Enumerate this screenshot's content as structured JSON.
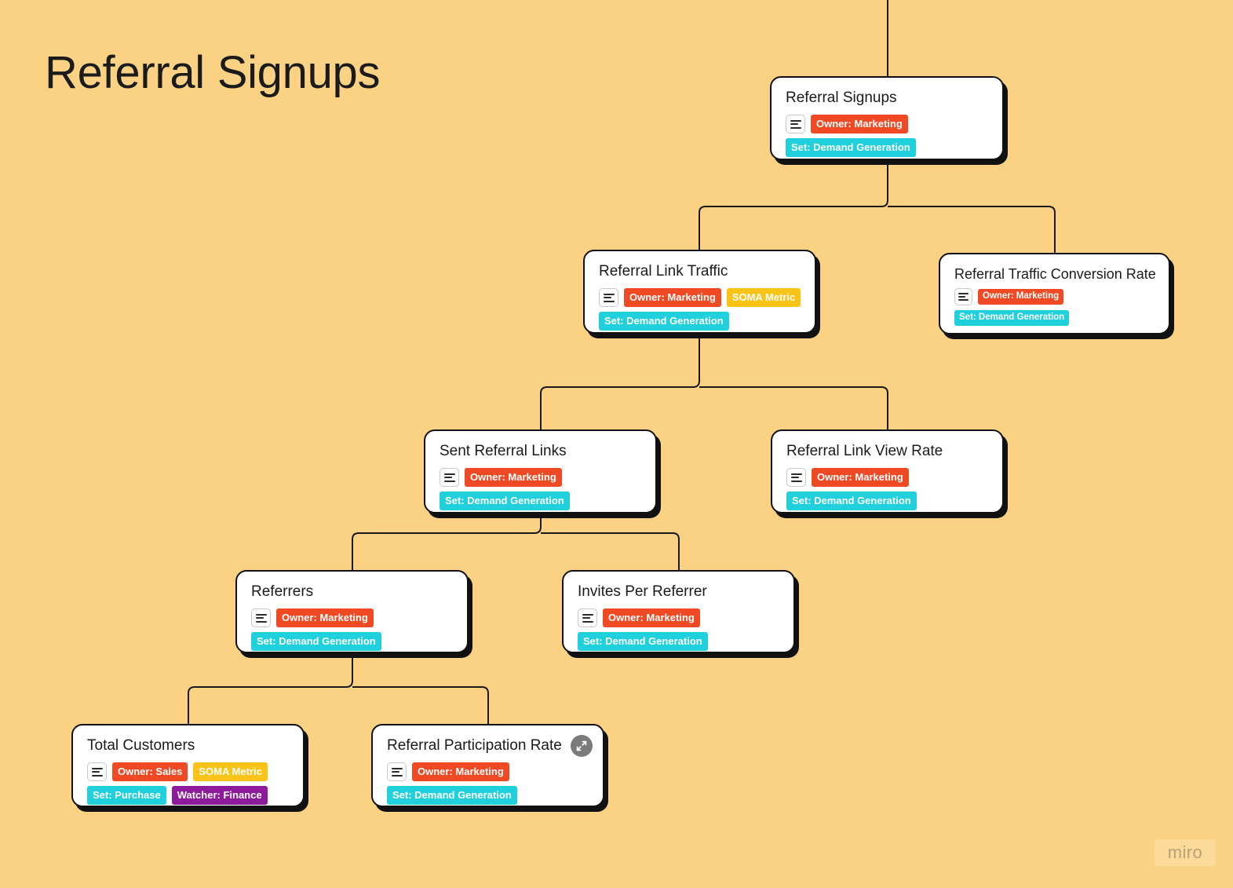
{
  "board": {
    "title": "Referral Signups",
    "background_color": "#fbd284",
    "watermark": "miro"
  },
  "colors": {
    "owner_tag": "#f04a25",
    "metric_tag": "#f9c417",
    "set_tag": "#20d0dc",
    "watcher_tag": "#8e1b9b",
    "card_border": "#111111",
    "card_background": "#ffffff",
    "connector": "#1a1a1a",
    "expand_button": "#7b7b7b"
  },
  "icons": {
    "notes": "notes-icon",
    "expand": "expand-icon"
  },
  "cards": [
    {
      "id": "referral-signups",
      "title": "Referral Signups",
      "tags_row1": [
        {
          "label": "Owner: Marketing",
          "color": "red"
        }
      ],
      "tags_row2": [
        {
          "label": "Set: Demand Generation",
          "color": "cyan"
        }
      ]
    },
    {
      "id": "referral-link-traffic",
      "title": "Referral Link Traffic",
      "tags_row1": [
        {
          "label": "Owner: Marketing",
          "color": "red"
        },
        {
          "label": "SOMA Metric",
          "color": "yellow"
        }
      ],
      "tags_row2": [
        {
          "label": "Set: Demand Generation",
          "color": "cyan"
        }
      ]
    },
    {
      "id": "referral-traffic-conversion-rate",
      "title": "Referral Traffic Conversion Rate",
      "tags_row1": [
        {
          "label": "Owner: Marketing",
          "color": "red"
        }
      ],
      "tags_row2": [
        {
          "label": "Set: Demand Generation",
          "color": "cyan"
        }
      ]
    },
    {
      "id": "sent-referral-links",
      "title": "Sent Referral Links",
      "tags_row1": [
        {
          "label": "Owner: Marketing",
          "color": "red"
        }
      ],
      "tags_row2": [
        {
          "label": "Set: Demand Generation",
          "color": "cyan"
        }
      ]
    },
    {
      "id": "referral-link-view-rate",
      "title": "Referral Link View Rate",
      "tags_row1": [
        {
          "label": "Owner: Marketing",
          "color": "red"
        }
      ],
      "tags_row2": [
        {
          "label": "Set: Demand Generation",
          "color": "cyan"
        }
      ]
    },
    {
      "id": "referrers",
      "title": "Referrers",
      "tags_row1": [
        {
          "label": "Owner: Marketing",
          "color": "red"
        }
      ],
      "tags_row2": [
        {
          "label": "Set: Demand Generation",
          "color": "cyan"
        }
      ]
    },
    {
      "id": "invites-per-referrer",
      "title": "Invites Per Referrer",
      "tags_row1": [
        {
          "label": "Owner: Marketing",
          "color": "red"
        }
      ],
      "tags_row2": [
        {
          "label": "Set: Demand Generation",
          "color": "cyan"
        }
      ]
    },
    {
      "id": "total-customers",
      "title": "Total Customers",
      "tags_row1": [
        {
          "label": "Owner: Sales",
          "color": "red"
        },
        {
          "label": "SOMA Metric",
          "color": "yellow"
        }
      ],
      "tags_row2": [
        {
          "label": "Set: Purchase",
          "color": "cyan"
        },
        {
          "label": "Watcher: Finance",
          "color": "purple"
        }
      ]
    },
    {
      "id": "referral-participation-rate",
      "title": "Referral Participation Rate",
      "tags_row1": [
        {
          "label": "Owner: Marketing",
          "color": "red"
        }
      ],
      "tags_row2": [
        {
          "label": "Set: Demand Generation",
          "color": "cyan"
        }
      ],
      "has_expand_button": true
    }
  ]
}
